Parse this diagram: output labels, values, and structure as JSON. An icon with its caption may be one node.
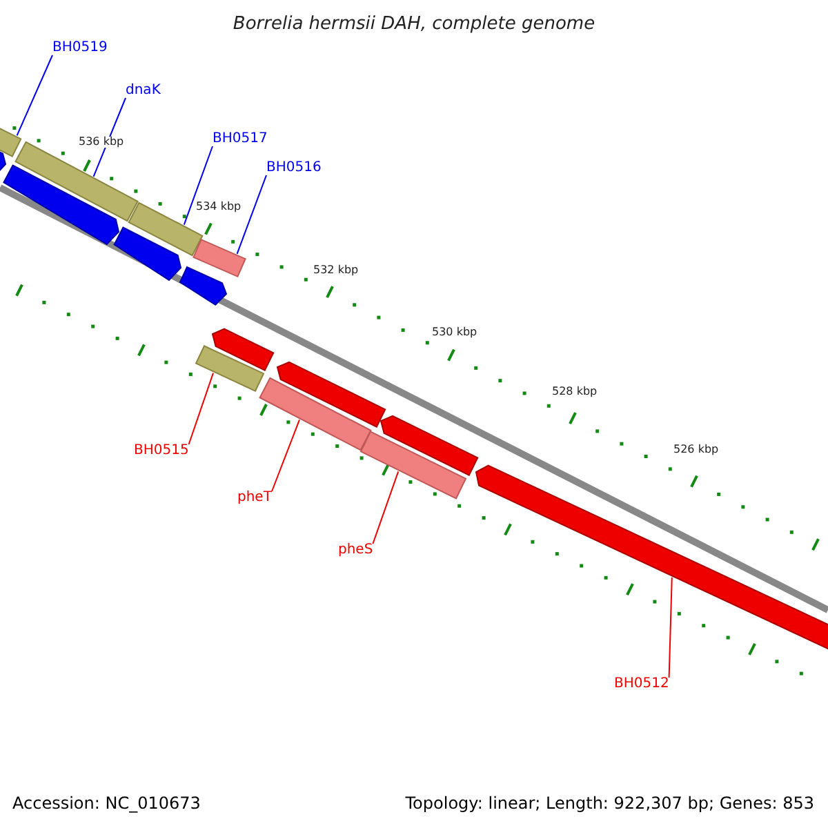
{
  "diagram": {
    "title": "Borrelia hermsii DAH, complete genome",
    "nodes": [
      {
        "text": [
          "BH0519"
        ]
      },
      {
        "text": [
          "dnaK"
        ]
      },
      {
        "text": [
          "BH0517"
        ]
      },
      {
        "text": [
          "BH0516"
        ]
      },
      {
        "text": [
          "BH0515"
        ]
      },
      {
        "text": [
          "pheT"
        ]
      },
      {
        "text": [
          "pheS"
        ]
      },
      {
        "text": [
          "BH0512"
        ]
      },
      {
        "text": [],
        "shape": "bar"
      },
      {
        "text": [],
        "shape": "bar"
      },
      {
        "text": [],
        "shape": "bar"
      },
      {
        "text": [],
        "shape": "bar"
      },
      {
        "text": [],
        "shape": "bar"
      },
      {
        "text": [],
        "shape": "bar"
      },
      {
        "text": [],
        "shape": "bar"
      },
      {
        "text": [],
        "shape": "bar"
      },
      {
        "text": [],
        "shape": "bar"
      },
      {
        "text": [],
        "shape": "bar"
      },
      {
        "text": [],
        "shape": "bar"
      },
      {
        "text": [],
        "shape": "bar"
      },
      {
        "text": [],
        "shape": "bar"
      },
      {
        "text": [],
        "shape": "bar"
      },
      {
        "text": [],
        "shape": "bar"
      }
    ],
    "edges": [
      {
        "from": 0,
        "to": 8,
        "arrow": "none"
      },
      {
        "from": 1,
        "to": 9,
        "arrow": "none"
      },
      {
        "from": 2,
        "to": 10,
        "arrow": "none"
      },
      {
        "from": 3,
        "to": 11,
        "arrow": "none"
      },
      {
        "from": 4,
        "to": 12,
        "arrow": "none",
        "color": "#ee0000"
      },
      {
        "from": 5,
        "to": 13,
        "arrow": "none",
        "color": "#ee0000"
      },
      {
        "from": 6,
        "to": 14,
        "arrow": "none",
        "color": "#ee0000"
      },
      {
        "from": 7,
        "to": 15,
        "arrow": "none",
        "color": "#ee0000"
      }
    ],
    "labels": [
      "536 kbp",
      "534 kbp",
      "532 kbp",
      "530 kbp",
      "528 kbp",
      "526 kbp",
      "Accession: NC_010673",
      "Topology: linear; Length: 922,307 bp; Genes: 853"
    ]
  }
}
